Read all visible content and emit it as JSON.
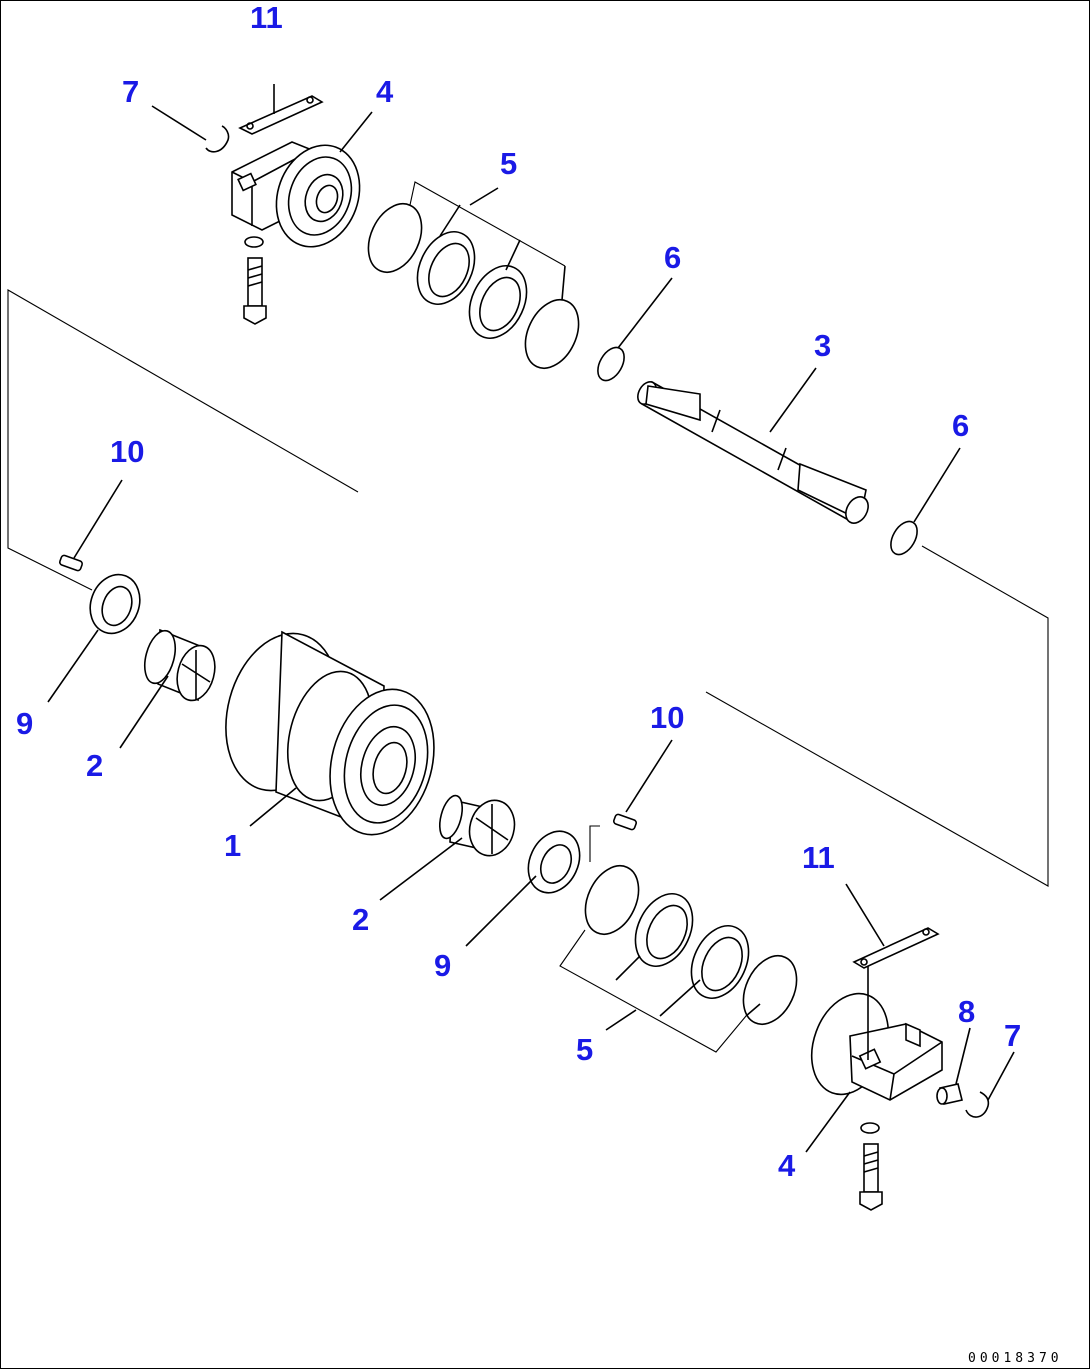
{
  "diagram": {
    "drawing_code": "00018370",
    "callouts": [
      {
        "id": "c11a",
        "text": "11"
      },
      {
        "id": "c7a",
        "text": "7"
      },
      {
        "id": "c4a",
        "text": "4"
      },
      {
        "id": "c5a",
        "text": "5"
      },
      {
        "id": "c6a",
        "text": "6"
      },
      {
        "id": "c3",
        "text": "3"
      },
      {
        "id": "c6b",
        "text": "6"
      },
      {
        "id": "c10a",
        "text": "10"
      },
      {
        "id": "c9a",
        "text": "9"
      },
      {
        "id": "c2a",
        "text": "2"
      },
      {
        "id": "c1",
        "text": "1"
      },
      {
        "id": "c10b",
        "text": "10"
      },
      {
        "id": "c2b",
        "text": "2"
      },
      {
        "id": "c9b",
        "text": "9"
      },
      {
        "id": "c11b",
        "text": "11"
      },
      {
        "id": "c8",
        "text": "8"
      },
      {
        "id": "c7b",
        "text": "7"
      },
      {
        "id": "c5b",
        "text": "5"
      },
      {
        "id": "c4b",
        "text": "4"
      }
    ],
    "colors": {
      "callout": "#1a1ae6",
      "line": "#000000",
      "background": "#ffffff"
    }
  }
}
